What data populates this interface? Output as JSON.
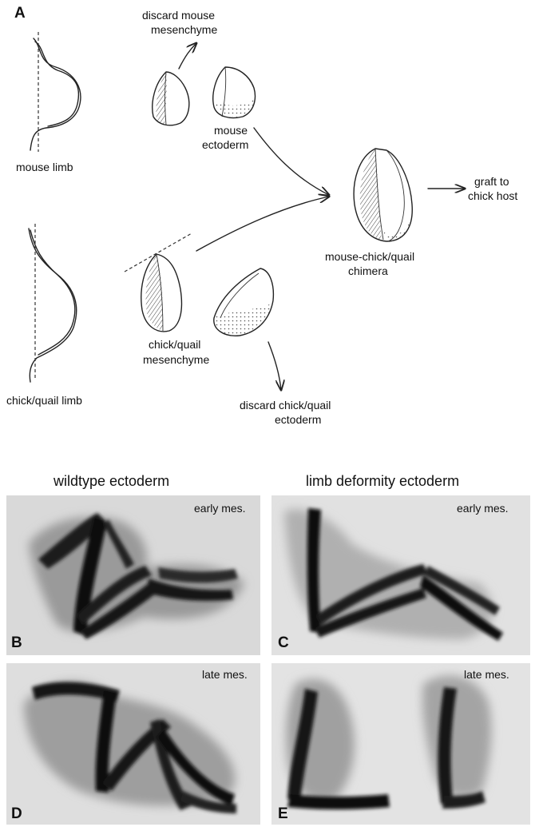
{
  "panel_a": {
    "letter": "A",
    "mouse_limb_label": "mouse limb",
    "discard_mouse_line1": "discard mouse",
    "discard_mouse_line2": "mesenchyme",
    "mouse_ectoderm_line1": "mouse",
    "mouse_ectoderm_line2": "ectoderm",
    "chimera_line1": "mouse-chick/quail",
    "chimera_line2": "chimera",
    "graft_line1": "graft to",
    "graft_line2": "chick host",
    "chick_limb_label": "chick/quail limb",
    "chick_mes_line1": "chick/quail",
    "chick_mes_line2": "mesenchyme",
    "discard_chick_line1": "discard chick/quail",
    "discard_chick_line2": "ectoderm"
  },
  "column_titles": {
    "left": "wildtype ectoderm",
    "right": "limb deformity ectoderm"
  },
  "photo_panels": [
    {
      "letter": "B",
      "label": "early mes."
    },
    {
      "letter": "C",
      "label": "early mes."
    },
    {
      "letter": "D",
      "label": "late mes."
    },
    {
      "letter": "E",
      "label": "late mes."
    }
  ]
}
